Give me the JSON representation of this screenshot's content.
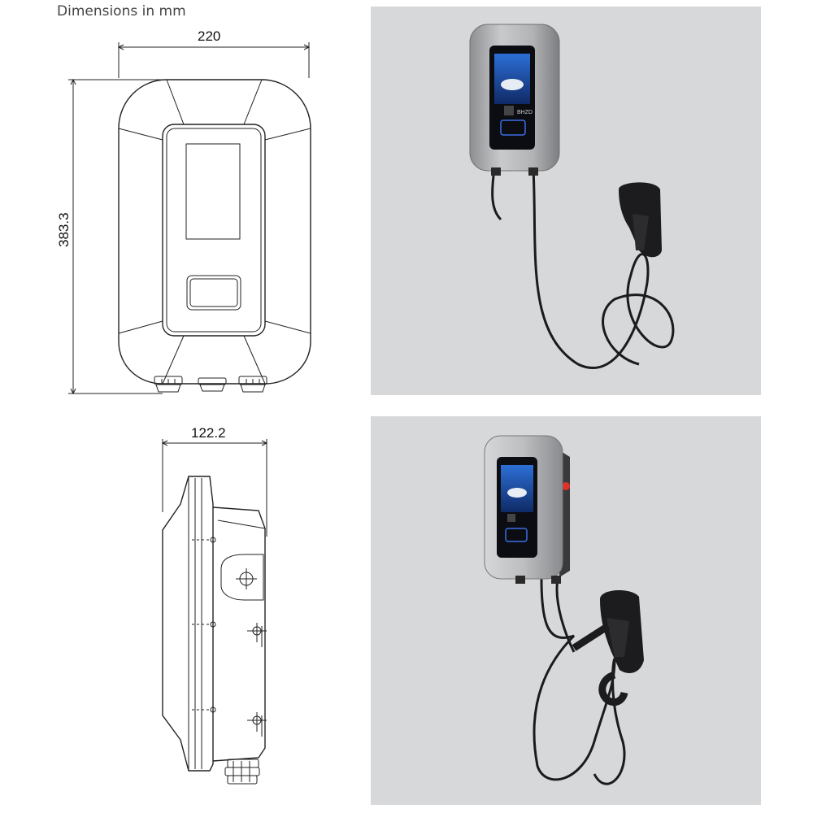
{
  "caption": "Dimensions in mm",
  "front_view": {
    "width": "220",
    "height": "383.3"
  },
  "side_view": {
    "depth": "122.2"
  },
  "photos": {
    "top_alt": "Wall-mounted EV charger with connector holster",
    "bottom_alt": "Wall-mounted EV charger side angle with red indicator",
    "brand": "BHZD"
  },
  "colors": {
    "line": "#222222",
    "photo_bg": "#d7d8d9",
    "indicator": "#e0312a"
  }
}
